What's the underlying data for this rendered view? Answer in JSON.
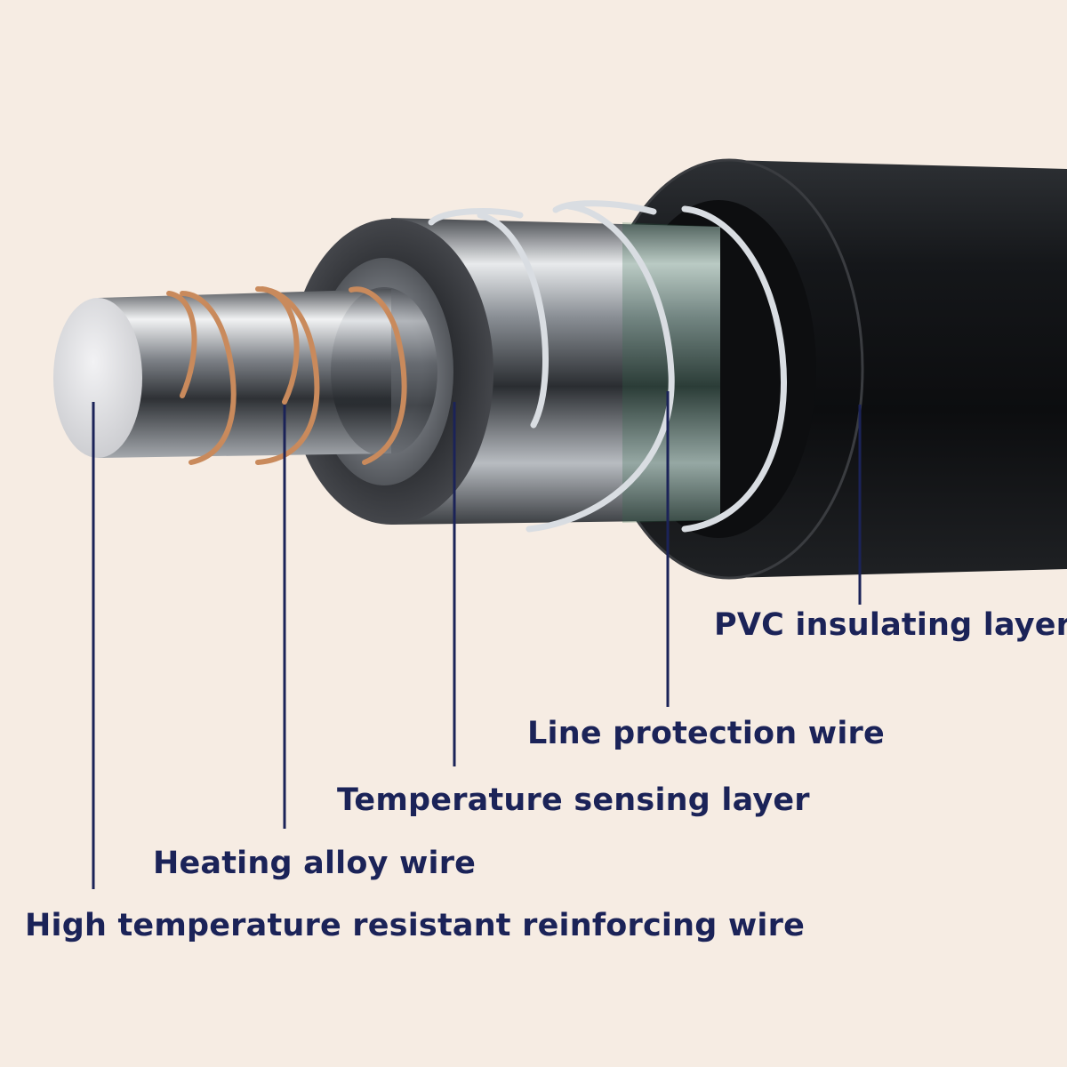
{
  "colors": {
    "background": "#f6ece3",
    "label_text": "#1b2358",
    "leader_line": "#1b2358",
    "copper_wire": "#c98a5c",
    "steel_wire": "#d9dde2",
    "outer_jacket": "#141619"
  },
  "labels": {
    "pvc": "PVC insulating layer",
    "line_protection": "Line protection wire",
    "temperature_sensing": "Temperature sensing layer",
    "heating_alloy": "Heating alloy wire",
    "reinforcing": "High temperature resistant reinforcing wire"
  }
}
